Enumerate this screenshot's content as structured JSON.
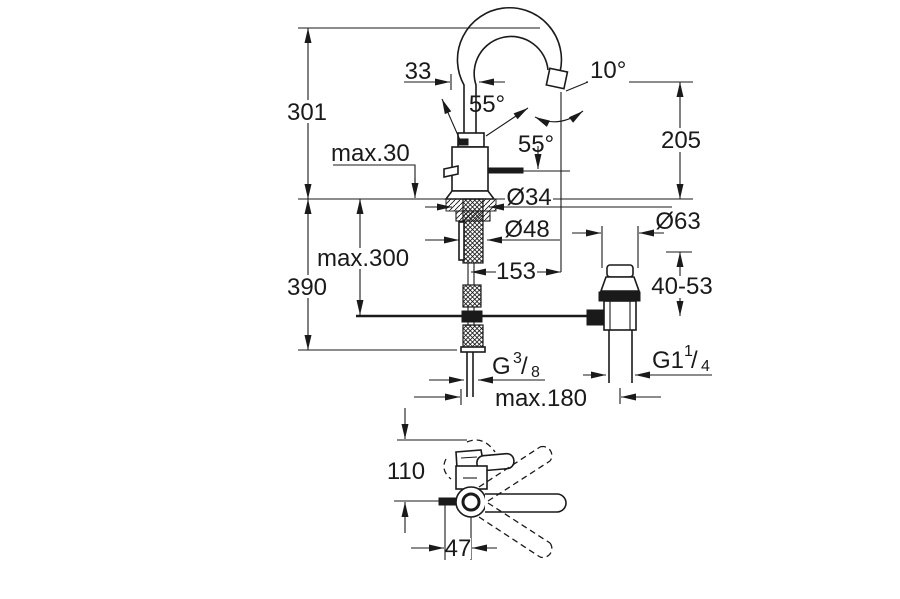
{
  "drawing": {
    "type": "faucet-installation-dimension-drawing",
    "views": [
      "front-view-with-popup-waste",
      "top-view-swivel-spout"
    ],
    "colors": {
      "line": "#1a1a1a",
      "background": "#ffffff"
    },
    "labels": {
      "height_301": "301",
      "max_deck_30": "max.30",
      "offset_33": "33",
      "angle_55_top": "55°",
      "angle_55_side": "55°",
      "angle_10": "10°",
      "outlet_height_205": "205",
      "dia_34": "Ø34",
      "dia_48": "Ø48",
      "dia_63": "Ø63",
      "projection_153": "153",
      "max_300": "max.300",
      "depth_390": "390",
      "waste_range_40_53": "40-53",
      "max_180": "max.180",
      "swivel_110": "110",
      "offset_47": "47",
      "g38_prefix": "G",
      "g38_num": "3",
      "g38_slash": "/",
      "g38_den": "8",
      "g114_prefix": "G1",
      "g114_num": "1",
      "g114_slash": "/",
      "g114_den": "4"
    }
  }
}
